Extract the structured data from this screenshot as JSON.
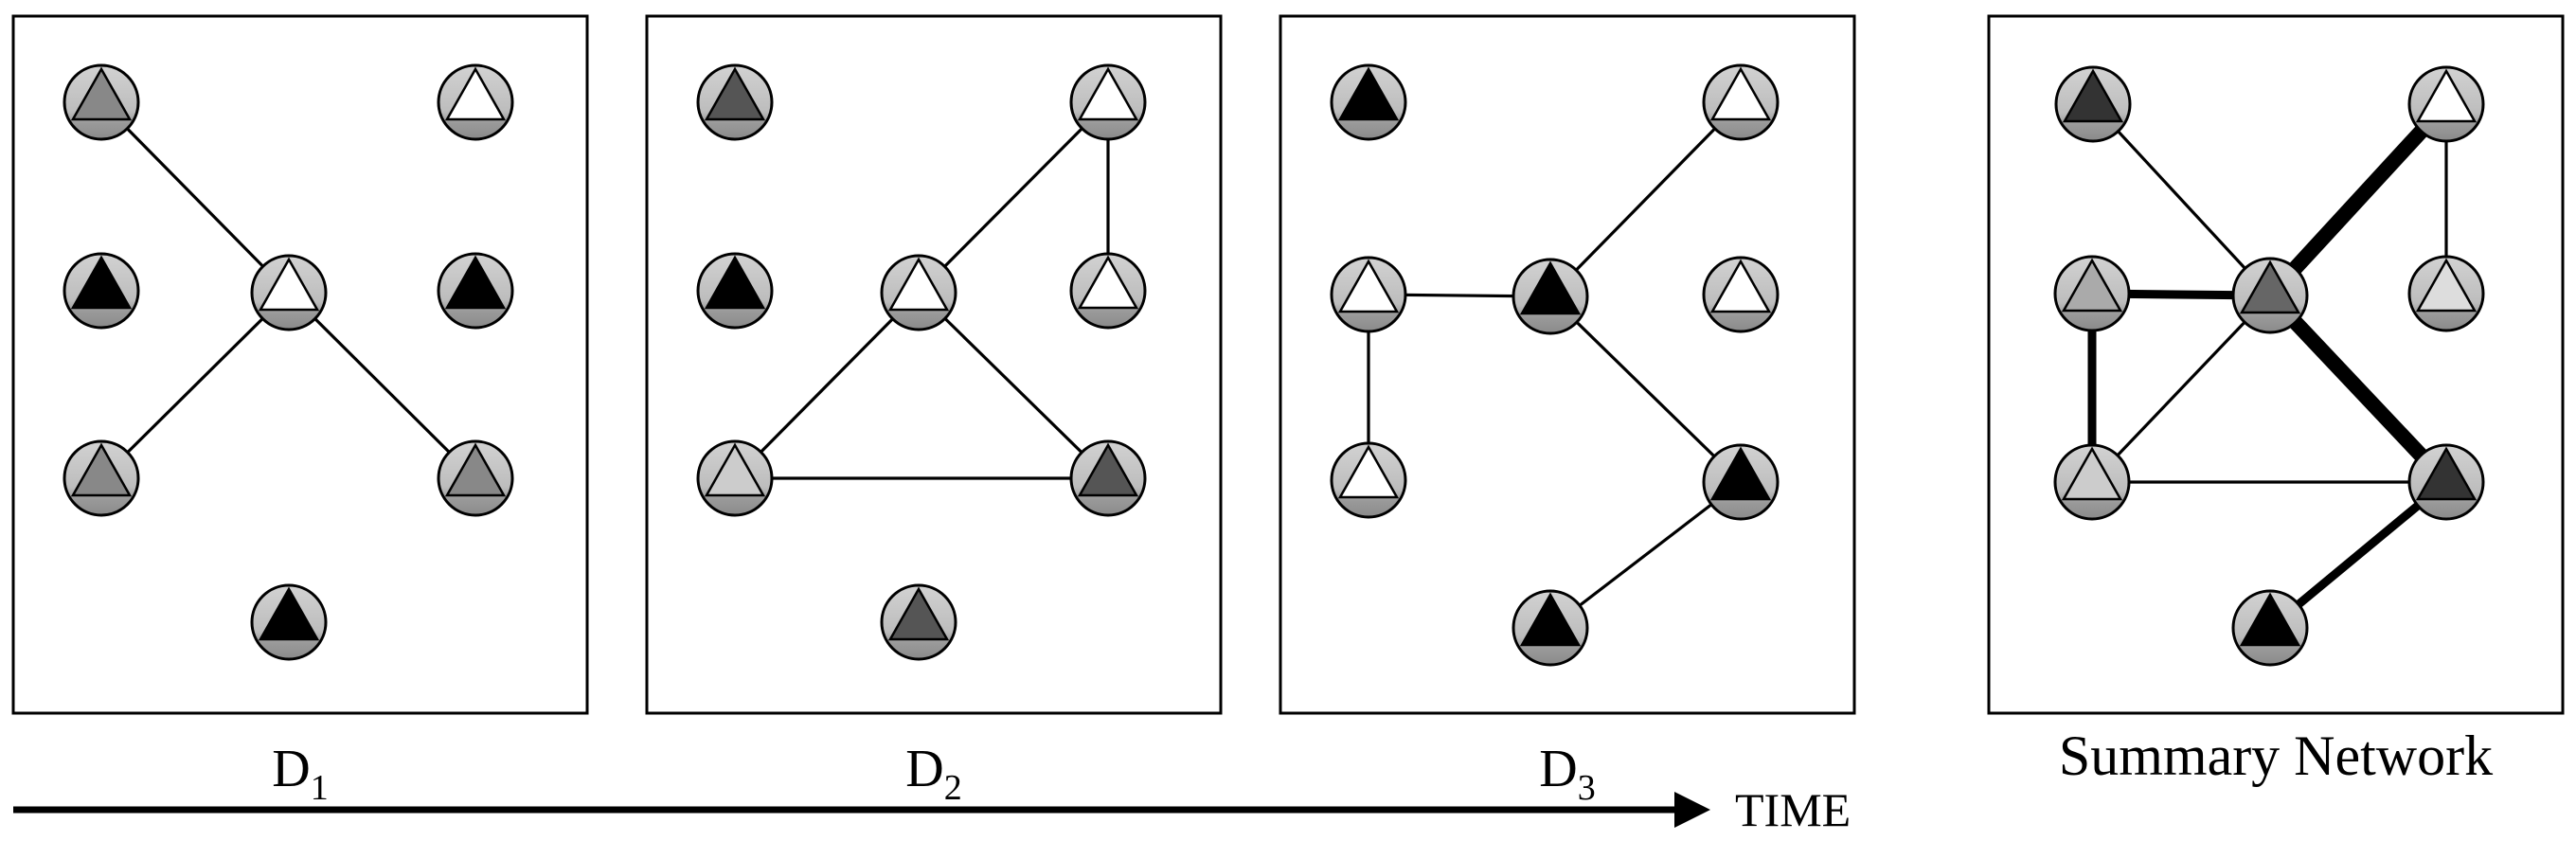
{
  "panels": [
    {
      "label_main": "D",
      "label_sub": "1",
      "nodes": [
        {
          "id": "a",
          "fill": "#888888"
        },
        {
          "id": "b",
          "fill": "#ffffff"
        },
        {
          "id": "c",
          "fill": "#000000"
        },
        {
          "id": "d",
          "fill": "#ffffff"
        },
        {
          "id": "e",
          "fill": "#000000"
        },
        {
          "id": "f",
          "fill": "#888888"
        },
        {
          "id": "g",
          "fill": "#888888"
        },
        {
          "id": "h",
          "fill": "#000000"
        }
      ],
      "edges": [
        {
          "from": "a",
          "to": "d",
          "weight": 1
        },
        {
          "from": "d",
          "to": "f",
          "weight": 1
        },
        {
          "from": "d",
          "to": "g",
          "weight": 1
        }
      ]
    },
    {
      "label_main": "D",
      "label_sub": "2",
      "nodes": [
        {
          "id": "a",
          "fill": "#555555"
        },
        {
          "id": "b",
          "fill": "#ffffff"
        },
        {
          "id": "c",
          "fill": "#000000"
        },
        {
          "id": "d",
          "fill": "#ffffff"
        },
        {
          "id": "e",
          "fill": "#ffffff"
        },
        {
          "id": "f",
          "fill": "#cccccc"
        },
        {
          "id": "g",
          "fill": "#555555"
        },
        {
          "id": "h",
          "fill": "#555555"
        }
      ],
      "edges": [
        {
          "from": "b",
          "to": "d",
          "weight": 1
        },
        {
          "from": "b",
          "to": "e",
          "weight": 1
        },
        {
          "from": "d",
          "to": "f",
          "weight": 1
        },
        {
          "from": "d",
          "to": "g",
          "weight": 1
        },
        {
          "from": "f",
          "to": "g",
          "weight": 1
        }
      ]
    },
    {
      "label_main": "D",
      "label_sub": "3",
      "nodes": [
        {
          "id": "a",
          "fill": "#000000"
        },
        {
          "id": "b",
          "fill": "#ffffff"
        },
        {
          "id": "c",
          "fill": "#ffffff"
        },
        {
          "id": "d",
          "fill": "#000000"
        },
        {
          "id": "e",
          "fill": "#ffffff"
        },
        {
          "id": "f",
          "fill": "#ffffff"
        },
        {
          "id": "g",
          "fill": "#000000"
        },
        {
          "id": "h",
          "fill": "#000000"
        }
      ],
      "edges": [
        {
          "from": "b",
          "to": "d",
          "weight": 1
        },
        {
          "from": "c",
          "to": "d",
          "weight": 1
        },
        {
          "from": "c",
          "to": "f",
          "weight": 1
        },
        {
          "from": "d",
          "to": "g",
          "weight": 1
        },
        {
          "from": "g",
          "to": "h",
          "weight": 1
        }
      ]
    },
    {
      "label_main": "Summary Network",
      "label_sub": "",
      "nodes": [
        {
          "id": "a",
          "fill": "#333333"
        },
        {
          "id": "b",
          "fill": "#ffffff"
        },
        {
          "id": "c",
          "fill": "#aaaaaa"
        },
        {
          "id": "d",
          "fill": "#666666"
        },
        {
          "id": "e",
          "fill": "#dddddd"
        },
        {
          "id": "f",
          "fill": "#cccccc"
        },
        {
          "id": "g",
          "fill": "#333333"
        },
        {
          "id": "h",
          "fill": "#000000"
        }
      ],
      "edges": [
        {
          "from": "a",
          "to": "d",
          "weight": 1
        },
        {
          "from": "b",
          "to": "d",
          "weight": 3
        },
        {
          "from": "b",
          "to": "e",
          "weight": 1
        },
        {
          "from": "c",
          "to": "d",
          "weight": 2
        },
        {
          "from": "c",
          "to": "f",
          "weight": 2
        },
        {
          "from": "d",
          "to": "f",
          "weight": 1
        },
        {
          "from": "d",
          "to": "g",
          "weight": 3
        },
        {
          "from": "f",
          "to": "g",
          "weight": 1
        },
        {
          "from": "g",
          "to": "h",
          "weight": 2
        }
      ]
    }
  ],
  "timeline": {
    "label": "TIME"
  },
  "colors": {
    "node_disc": "#bdbdbd",
    "node_disc_dark": "#8c8c8c",
    "stroke": "#000000"
  }
}
